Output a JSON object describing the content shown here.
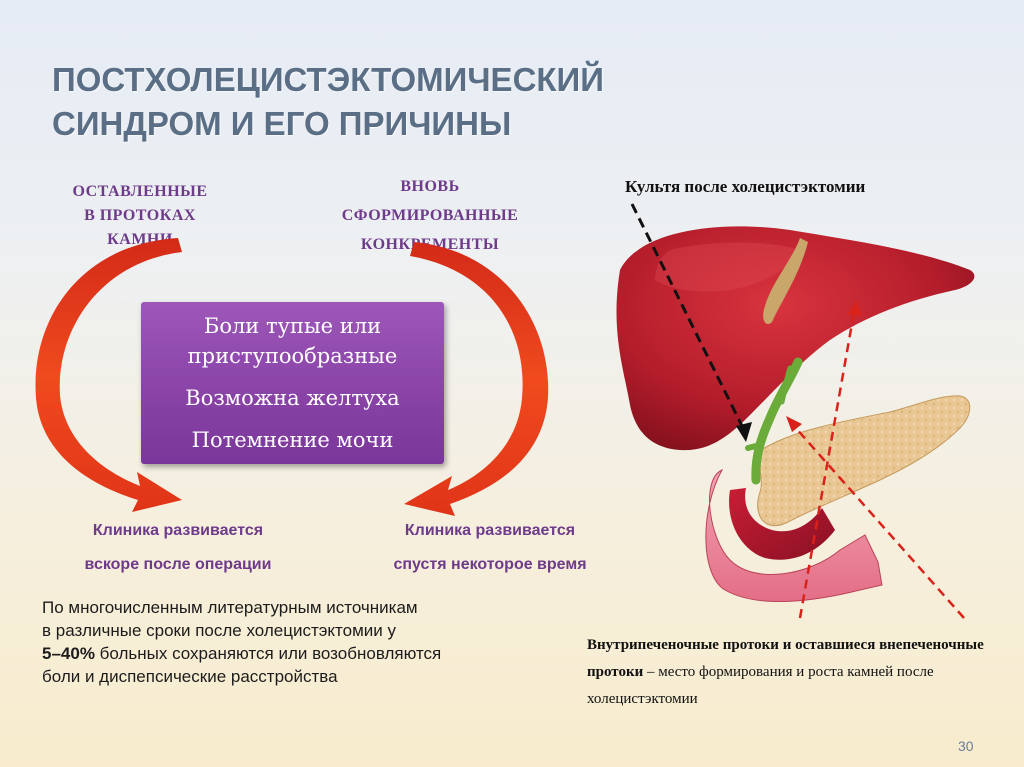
{
  "title": {
    "line1": "ПОСТХОЛЕЦИСТЭКТОМИЧЕСКИЙ",
    "line2": "СИНДРОМ И ЕГО ПРИЧИНЫ"
  },
  "causes": {
    "left": [
      "ОСТАВЛЕННЫЕ",
      "В ПРОТОКАХ",
      "КАМНИ"
    ],
    "right": [
      "ВНОВЬ",
      "СФОРМИРОВАННЫЕ",
      "КОНКРЕМЕНТЫ"
    ]
  },
  "symptoms": {
    "line1": "Боли тупые или",
    "line2": "приступообразные",
    "line3": "Возможна желтуха",
    "line4": "Потемнение мочи"
  },
  "clinic": {
    "left": [
      "Клиника развивается",
      "вскоре после операции"
    ],
    "right": [
      "Клиника развивается",
      "спустя некоторое время"
    ]
  },
  "stats": {
    "line1": "По многочисленным литературным источникам",
    "line2": "в различные сроки после холецистэктомии  у",
    "line3_bold": "5–40%",
    "line3_rest": " больных сохраняются или возобновляются",
    "line4": "боли и диспепсические расстройства"
  },
  "diagram": {
    "stump_label": "Культя после холецистэктомии",
    "ducts_bold": "Внутрипеченочные протоки и оставшиеся внепеченочные протоки",
    "ducts_rest": " – место формирования и роста камней после холецистэктомии"
  },
  "page_number": "30",
  "colors": {
    "title": "#5a6f86",
    "cause_text": "#6e3a8a",
    "arrow_red": "#e8401c",
    "symptom_box": "#8a44a8",
    "liver": "#b51d2b",
    "duct_green": "#6aab3a",
    "pancreas": "#e8c795"
  }
}
